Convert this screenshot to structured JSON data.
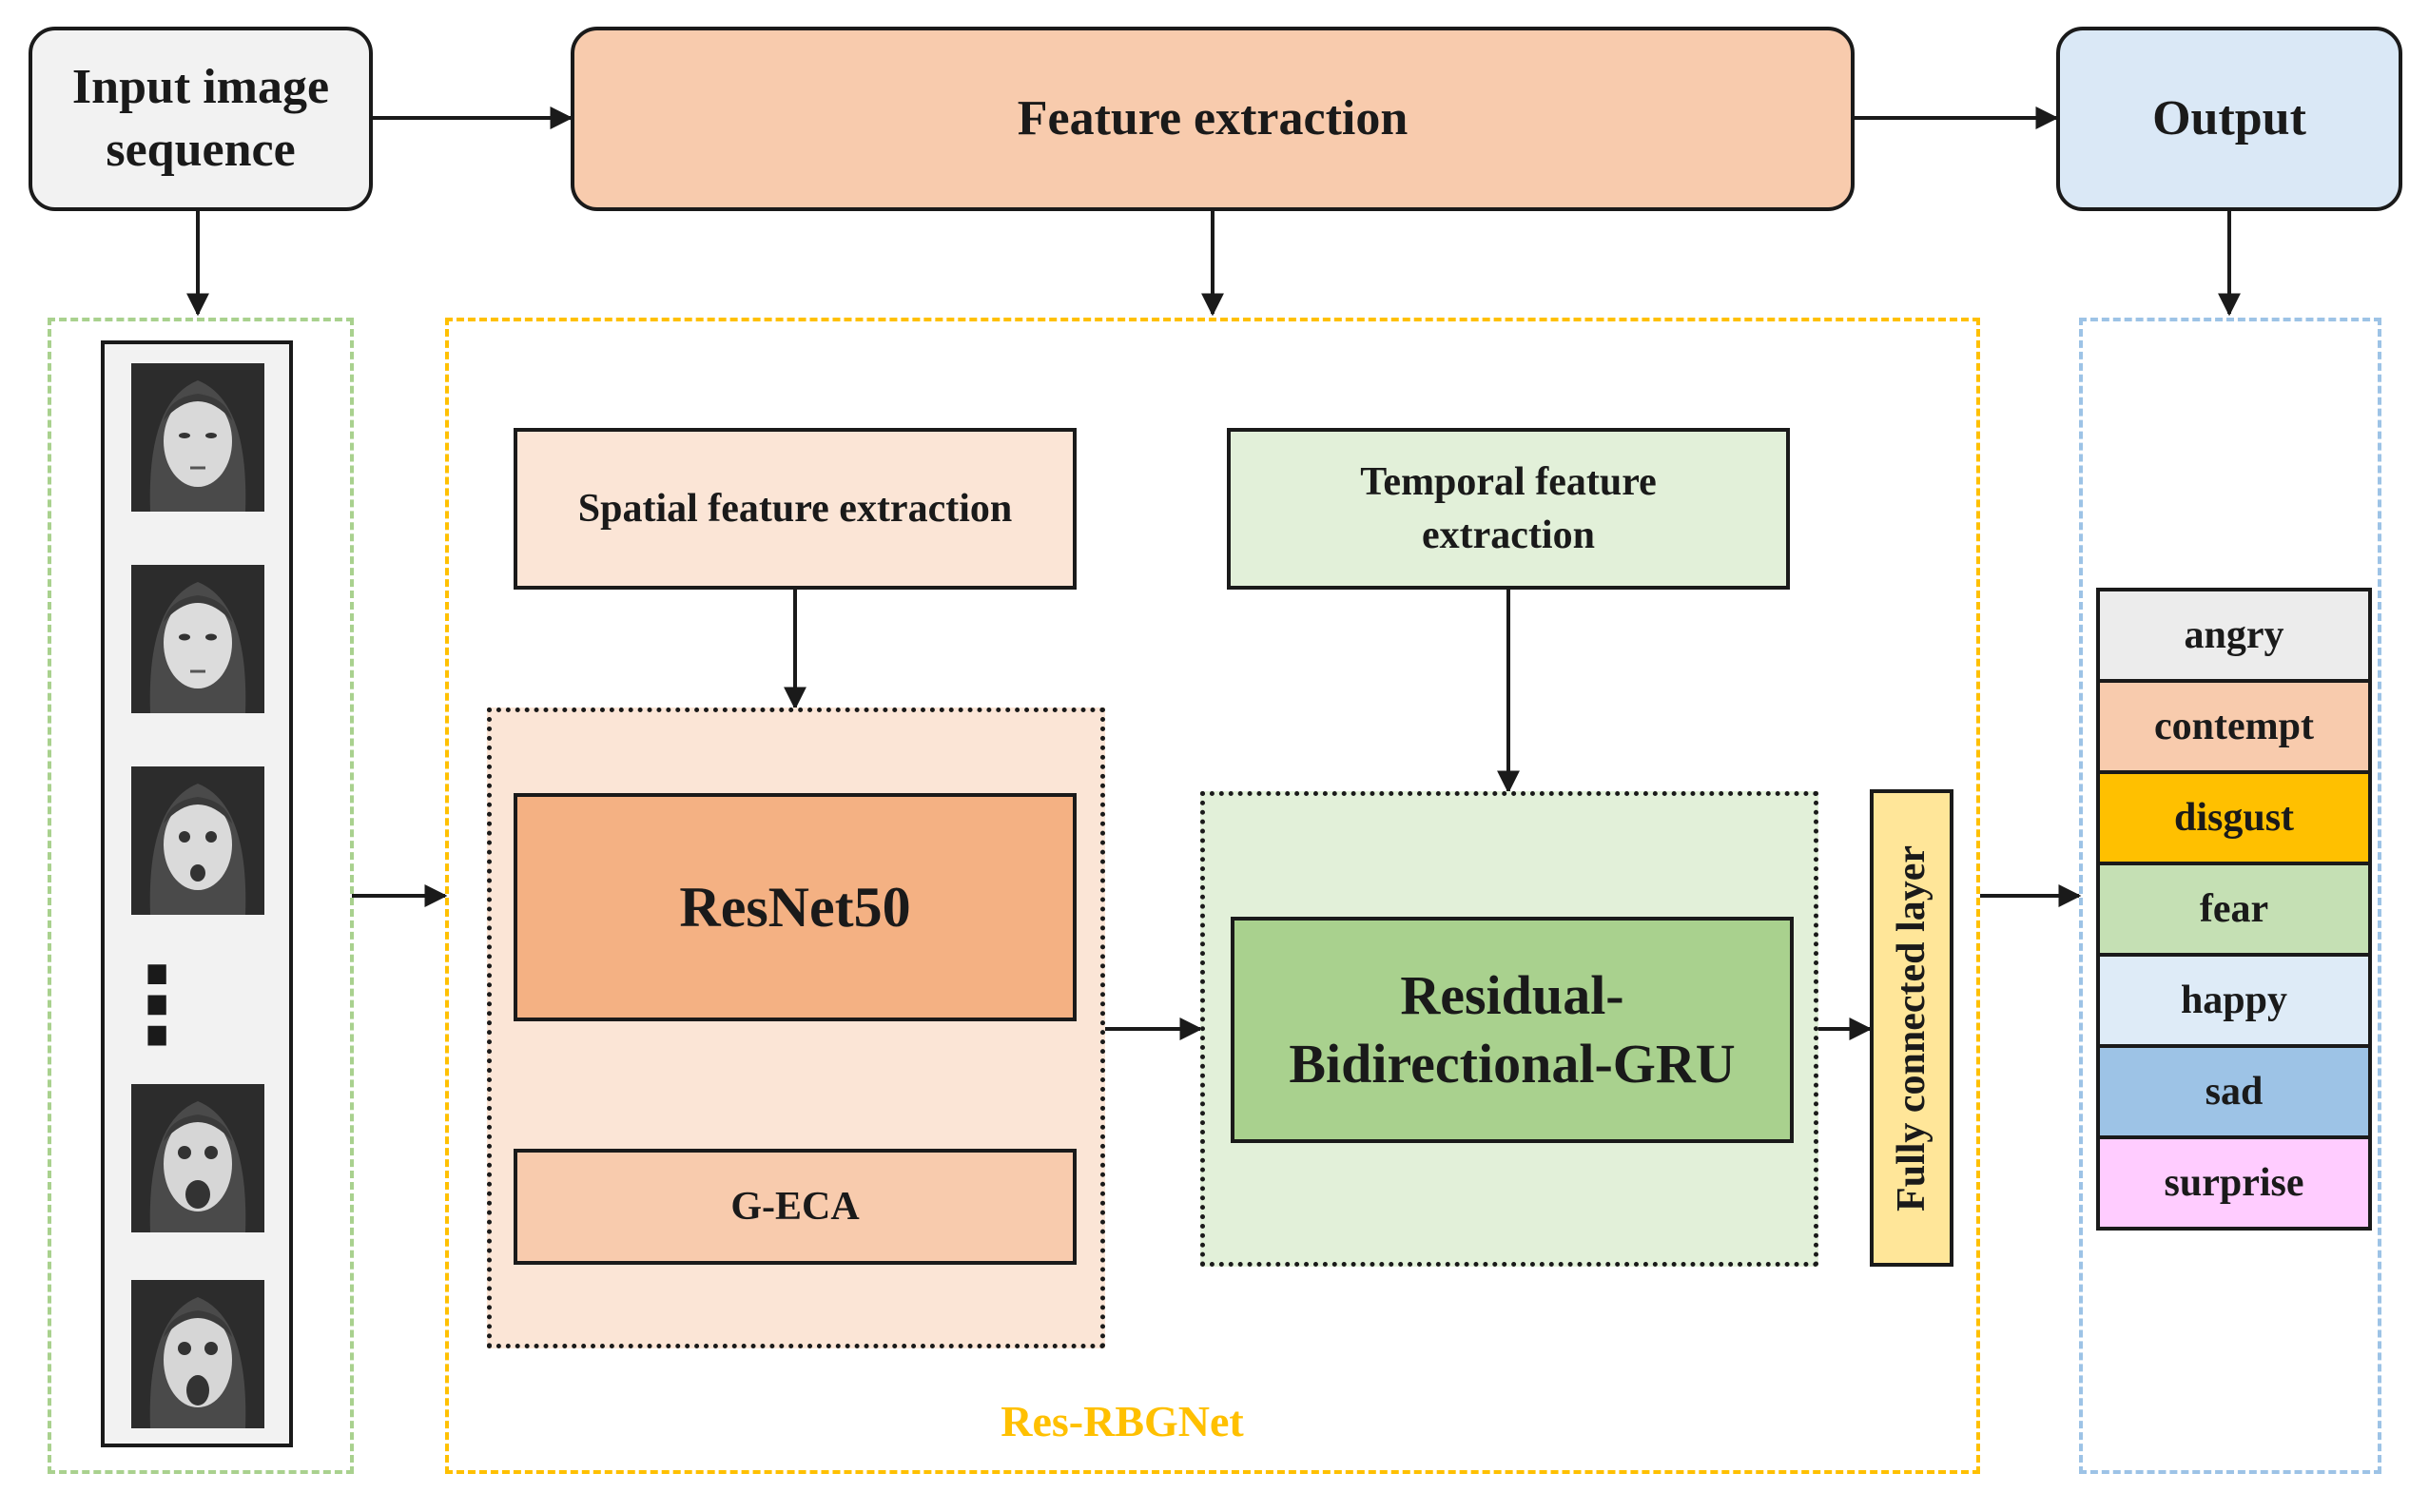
{
  "flow": {
    "input": "Input image sequence",
    "feature_extraction": "Feature extraction",
    "output": "Output"
  },
  "network": {
    "name": "Res-RBGNet",
    "spatial_label": "Spatial feature extraction",
    "temporal_label": "Temporal feature extraction",
    "resnet": "ResNet50",
    "geca": "G-ECA",
    "gru": "Residual-Bidirectional-GRU",
    "fc": "Fully connected layer"
  },
  "sequence": {
    "ellipsis": "⋮",
    "frames": [
      "neutral",
      "neutral",
      "surprise-onset",
      "surprise-peak",
      "surprise-apex"
    ]
  },
  "emotions": [
    {
      "label": "angry",
      "color": "#ececec"
    },
    {
      "label": "contempt",
      "color": "#f8cbad"
    },
    {
      "label": "disgust",
      "color": "#ffc000"
    },
    {
      "label": "fear",
      "color": "#c5e0b4"
    },
    {
      "label": "happy",
      "color": "#deebf7"
    },
    {
      "label": "sad",
      "color": "#9dc3e6"
    },
    {
      "label": "surprise",
      "color": "#ffccff"
    }
  ],
  "colors": {
    "input_fill": "#f2f2f2",
    "feature_fill": "#f8cbad",
    "output_fill": "#dae8f6",
    "green_dash": "#a9d18e",
    "yellow_dash": "#ffc000",
    "blue_dash": "#9dc3e6",
    "spatial_fill": "#fbe5d6",
    "temporal_fill": "#e2f0d9",
    "resnet_fill": "#f4b183",
    "gru_fill": "#a9d18e",
    "fc_fill": "#ffe699",
    "title_color": "#ffc000"
  }
}
